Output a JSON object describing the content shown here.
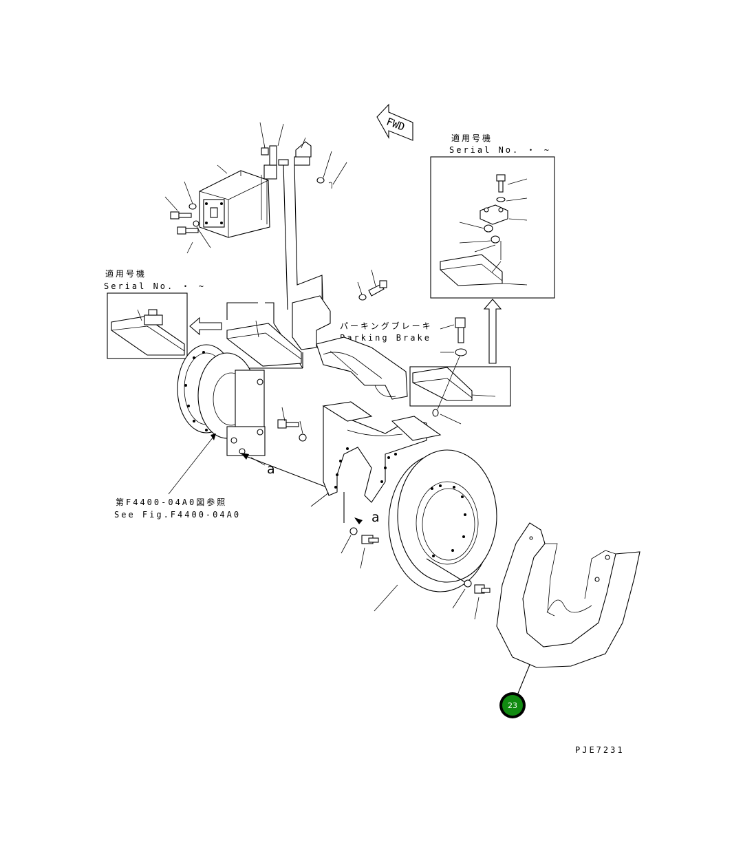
{
  "diagram": {
    "fwd_label": "FWD",
    "serial_top_right": {
      "line1": "適用号機",
      "line2": "Serial No.  ・ ~"
    },
    "serial_left": {
      "line1": "適用号機",
      "line2": "Serial No.  ・ ~"
    },
    "parking_brake": {
      "jp": "パーキングブレーキ",
      "en": "Parking Brake"
    },
    "ref_fig": {
      "jp": "第F4400-04A0図参照",
      "en": "See Fig.F4400-04A0"
    },
    "marker_a": "a",
    "highlight_part": {
      "number": "23",
      "color": "#118a11"
    },
    "drawing_code": "PJE7231"
  }
}
